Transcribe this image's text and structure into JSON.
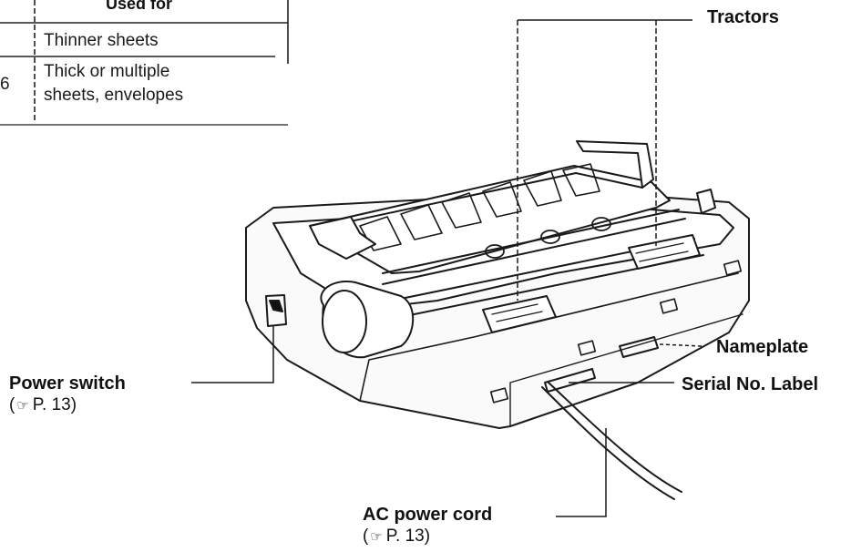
{
  "table": {
    "header": "Used for",
    "rows": [
      {
        "num": "",
        "lines": [
          "Thinner sheets"
        ]
      },
      {
        "num": "6",
        "lines": [
          "Thick or multiple",
          "sheets, envelopes"
        ]
      }
    ]
  },
  "callouts": {
    "tractors": {
      "label": "Tractors"
    },
    "nameplate": {
      "label": "Nameplate"
    },
    "serial": {
      "label": "Serial No. Label"
    },
    "power_switch": {
      "label": "Power switch",
      "open": "(",
      "icon": "☞",
      "ref": "P. 13)"
    },
    "ac_cord": {
      "label": "AC power cord",
      "open": "(",
      "icon": "☞",
      "ref": "P. 13)"
    }
  }
}
